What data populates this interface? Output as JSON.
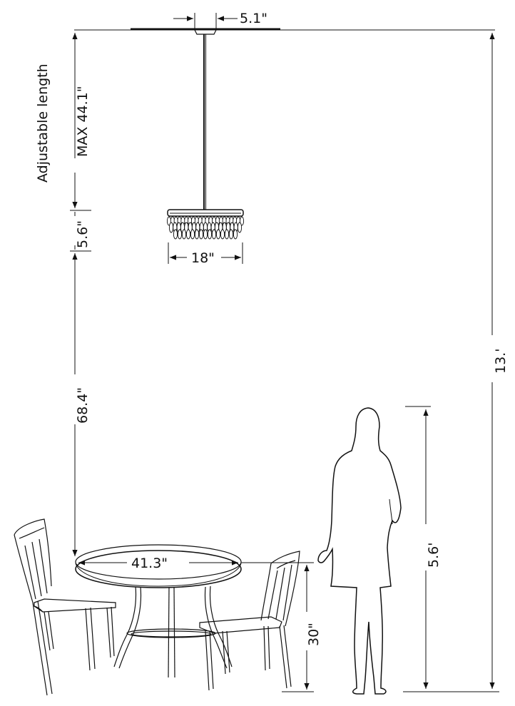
{
  "dimensions": {
    "canopy_width": "5.1\"",
    "adjustable_label": "Adjustable length",
    "max_rod": "MAX 44.1\"",
    "fixture_height": "5.6\"",
    "fixture_width": "18\"",
    "fixture_to_table": "68.4\"",
    "table_diameter": "41.3\"",
    "table_height": "30\"",
    "person_height": "5.6'",
    "ceiling_height": "13.'"
  },
  "colors": {
    "line": "#111111",
    "background": "#ffffff"
  }
}
